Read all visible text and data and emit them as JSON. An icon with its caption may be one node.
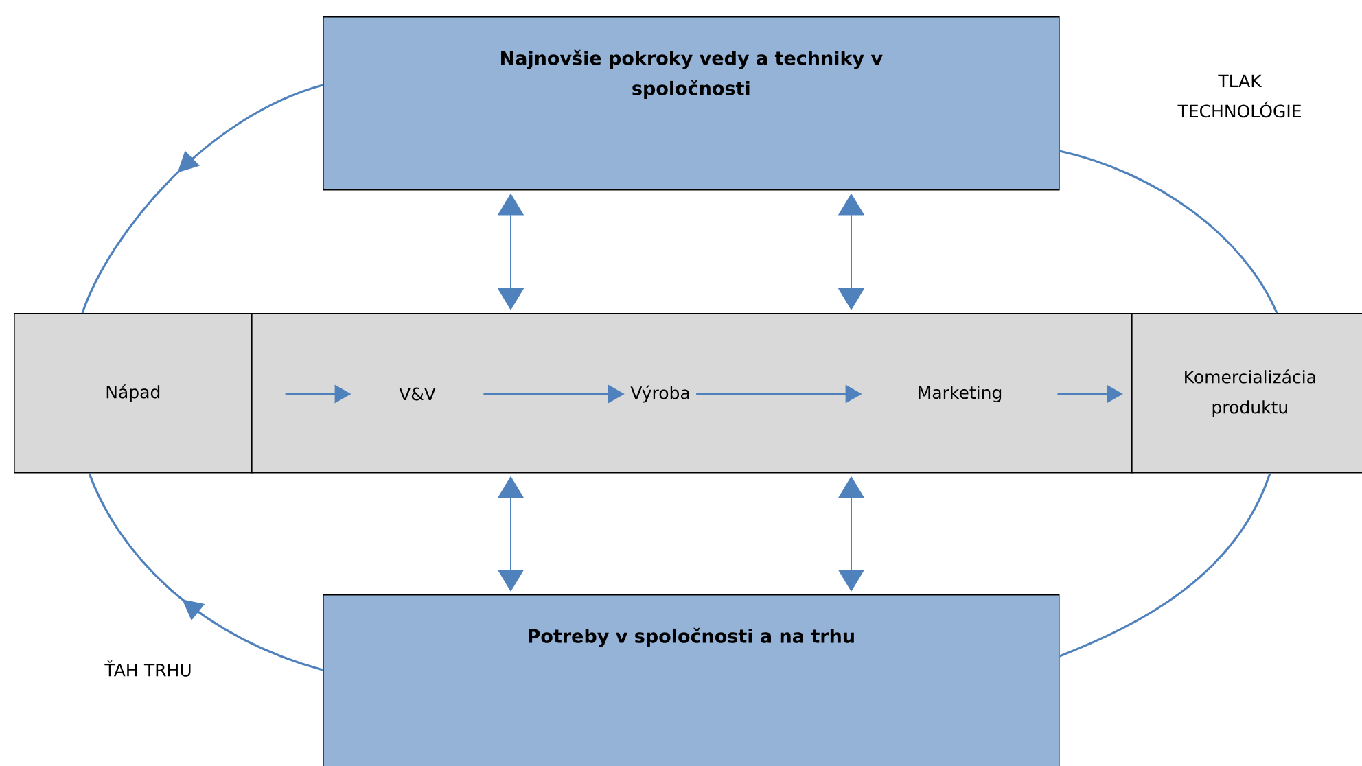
{
  "diagram": {
    "nodes": [
      {
        "text": [
          "Najnovšie pokroky vedy a techniky v spoločnosti"
        ]
      },
      {
        "text": [
          "Nápad"
        ]
      },
      {
        "text": [],
        "shape": "box"
      },
      {
        "text": [
          "V&V"
        ],
        "in": 2
      },
      {
        "text": [
          "Výroba"
        ],
        "in": 2
      },
      {
        "text": [
          "Marketing"
        ],
        "in": 2
      },
      {
        "text": [
          "Komercializácia produktu"
        ]
      },
      {
        "text": [
          "Potreby v spoločnosti a na trhu"
        ]
      }
    ],
    "edges": [
      {
        "from": 1,
        "to": 3,
        "arrow": "to"
      },
      {
        "from": 3,
        "to": 4,
        "arrow": "to"
      },
      {
        "from": 4,
        "to": 5,
        "arrow": "to"
      },
      {
        "from": 5,
        "to": 6,
        "arrow": "to"
      },
      {
        "from": 0,
        "to": 2,
        "arrow": "both"
      },
      {
        "from": 0,
        "to": 2,
        "arrow": "both"
      },
      {
        "from": 2,
        "to": 7,
        "arrow": "both"
      },
      {
        "from": 2,
        "to": 7,
        "arrow": "both"
      },
      {
        "from": 0,
        "to": 1,
        "arrow": "to"
      },
      {
        "from": 6,
        "to": 0,
        "arrow": "none"
      },
      {
        "from": 7,
        "to": 1,
        "arrow": "to"
      },
      {
        "from": 6,
        "to": 7,
        "arrow": "none"
      }
    ],
    "labels": [
      "TLAK TECHNOLÓGIE",
      "ŤAH TRHU"
    ]
  }
}
